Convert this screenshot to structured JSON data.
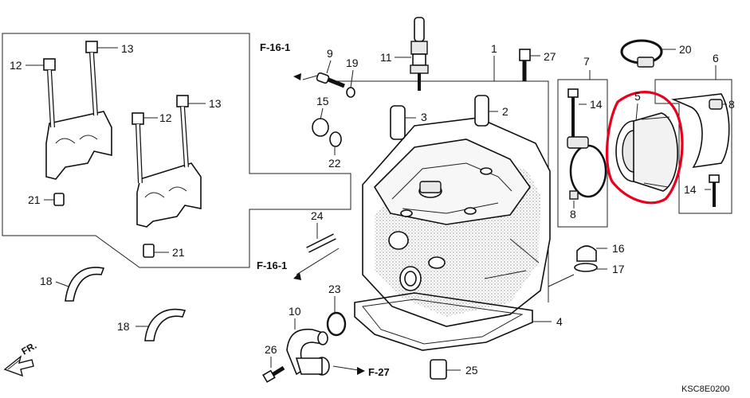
{
  "labels": {
    "p1": "1",
    "p2": "2",
    "p3": "3",
    "p4": "4",
    "p5": "5",
    "p6": "6",
    "p7": "7",
    "p8a": "8",
    "p8b": "8",
    "p9": "9",
    "p10": "10",
    "p11": "11",
    "p12a": "12",
    "p12b": "12",
    "p13a": "13",
    "p13b": "13",
    "p14a": "14",
    "p14b": "14",
    "p15": "15",
    "p16": "16",
    "p17": "17",
    "p18a": "18",
    "p18b": "18",
    "p19": "19",
    "p20": "20",
    "p21a": "21",
    "p21b": "21",
    "p22": "22",
    "p23": "23",
    "p24": "24",
    "p25": "25",
    "p26": "26",
    "p27": "27"
  },
  "refs": {
    "f161_top": "F-16-1",
    "f161_mid": "F-16-1",
    "f27": "F-27"
  },
  "front_marker": "FR.",
  "diagram_code": "KSC8E0200",
  "highlight_color": "#e8001c"
}
